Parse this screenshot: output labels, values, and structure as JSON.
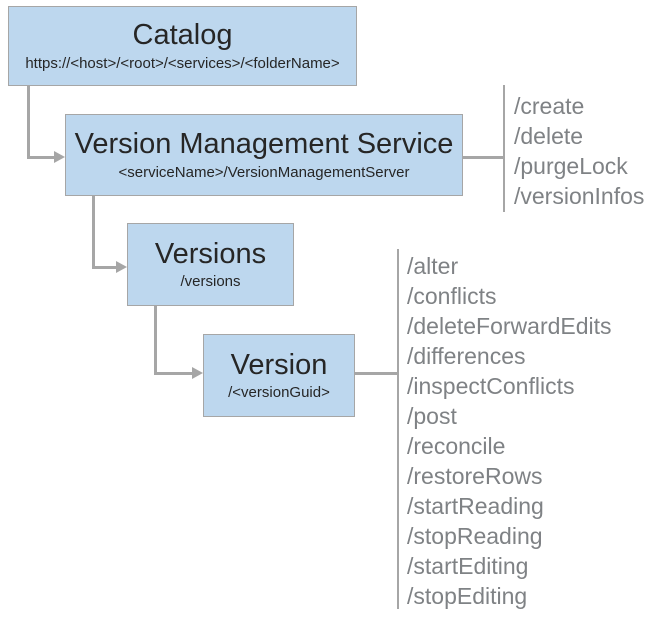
{
  "diagram": {
    "title_implied": "Version Management Service REST hierarchy",
    "colors": {
      "box_fill": "#bdd7ee",
      "box_border": "#a6a6a6",
      "connector_line": "#a6a6a6",
      "title_text": "#262626",
      "operation_text": "#7f8285",
      "background": "#ffffff"
    },
    "nodes": [
      {
        "id": "catalog",
        "title": "Catalog",
        "subtitle": "https://<host>/<root>/<services>/<folderName>"
      },
      {
        "id": "vms",
        "title": "Version Management Service",
        "subtitle": "<serviceName>/VersionManagementServer"
      },
      {
        "id": "versions",
        "title": "Versions",
        "subtitle": "/versions"
      },
      {
        "id": "version",
        "title": "Version",
        "subtitle": "/<versionGuid>"
      }
    ],
    "vms_operations": [
      "/create",
      "/delete",
      "/purgeLock",
      "/versionInfos"
    ],
    "version_operations": [
      "/alter",
      "/conflicts",
      "/deleteForwardEdits",
      "/differences",
      "/inspectConflicts",
      "/post",
      "/reconcile",
      "/restoreRows",
      "/startReading",
      "/stopReading",
      "/startEditing",
      "/stopEditing"
    ]
  }
}
